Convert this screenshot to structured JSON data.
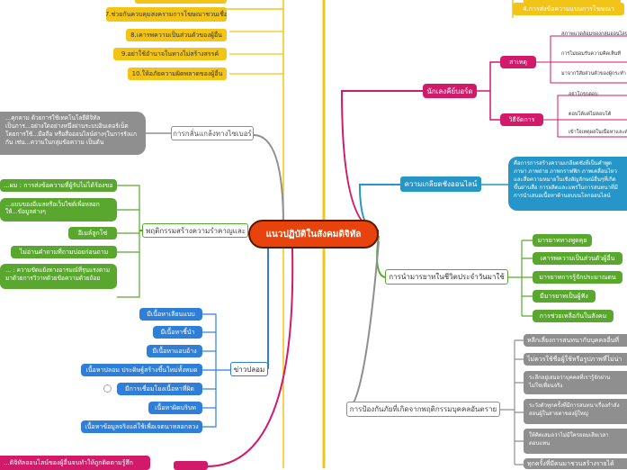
{
  "center": "แนวปฏิบัติในสังคมดิจิทัล",
  "colors": {
    "gold": "#f2c417",
    "gray": "#8f8f8f",
    "green": "#5aa72f",
    "blue": "#2f7ed8",
    "magenta": "#d11a6a",
    "teal": "#2596c7",
    "center": "#e8430c"
  },
  "top_left_gold": {
    "items": [
      "7.ช่วยกันควบคุมสงครามการโฆษณาชวนเชื่อ",
      "8.เคารพความเป็นส่วนตัวของผู้อื่น",
      "9.อย่าใช้อำนาจในทางไม่สร้างสรรค์",
      "10.ให้อภัยความผิดพลาดของผู้อื่น"
    ]
  },
  "top_right_gold": {
    "item": "4.การส่งข้อความแบบการโฆษณา"
  },
  "gray_left": {
    "label": "การกลั่นแกล้งทางไซเบอร์",
    "desc": "...คุกคาม ด้วยการใช้เทคโนโลยีดิจิทัล เป็นการ...อย่างใดอย่างหนึ่งผ่านระบบอินเตอร์เน็ต โดยการใช้...มือถือ หรือสื่อออนไลน์ต่างๆในการรังแกกัน เช่น...ความในกลุ่มข้อความ เป็นต้น"
  },
  "green_left": {
    "label": "พฤติกรรมสร้างความรำคาญและ",
    "items": [
      "...ผม : การส่งข้อความที่ผู้รับไม่ได้ร้องขอ",
      "...แบบของอีเมลหรือเว็บไซต์เพื่อหลอกให้...ข้อมูลต่างๆ",
      "อีเมล์ลูกโซ่",
      "ไม่อ่านคำถามที่ถามบ่อยก่อนถาม",
      "... : ความขัดแย้งทางอารมณ์ที่รุนแรงตามมาด้วยการวิวาทด้วยข้อความด้วยถ้อย"
    ]
  },
  "blue_left": {
    "label": "ข่าวปลอม",
    "items": [
      "มีเนื้อหาเลียนแบบ",
      "มีเนื้อหาชี้นำ",
      "มีเนื้อหาแอบอ้าง",
      "เนื้อหาปลอม ประดิษฐ์สร้างขึ้นใหม่ทั้งหมด",
      "มีการเชื่อมโยงเนื้อหาที่ผิด",
      "เนื้อหาผิดบริบท",
      "เนื้อหาข้อมูลจริงแต่ใช้เพื่อเจตนาหลอกลวง"
    ]
  },
  "magenta_bottom_left": {
    "text": "...ดิจิทัลออนไลน์ของผู้อื่นจนทำให้ถูกติดตามรู้สึก"
  },
  "magenta_right": {
    "label": "นักเลงคีย์บอร์ด",
    "cause_label": "สาเหตุ",
    "causes": [
      "สภาพแวดล้อมของกลุ่มออนไลน์",
      "การไม่ยอมรับความคิดเห็นที่",
      "มาจากวิสัยส่วนตัวของผู้กระทำ"
    ],
    "fix_label": "วิธีจัดการ",
    "fixes": [
      "อย่าโกรธตอบ",
      "ตอบโต้แต่ไม่ตอบโต้",
      "เข้าใจเหตุผลในเนื้อหาและคำ"
    ]
  },
  "teal_right": {
    "label": "ความเกลียดชังออนไลน์",
    "desc": "คือการการสร้างความเกลียดชังที่เป็นคำพูด ภาษา ภาพถ่าย ภาพกราฟฟิก ภาพเคลื่อนไหว และสื่อความหมายในเชิงสัญลักษณ์อื่นๆที่เกิดขึ้นผ่านสื่อ การผลิตและแพร่ในการสนทนาที่มีการนำเสนอเนื้อหาด้านลบบนโลกออนไลน์"
  },
  "green_right": {
    "label": "การนำมารยาทในชีวิตประจำวันมาใช้",
    "items": [
      "มารยาททางพูดคุย",
      "เคารพความเป็นส่วนตัวผู้อื่น",
      "มารยาทการรู้จักประมาณตน",
      "มีมารยาทเป็นผู้ฟัง",
      "การช่วยเหลือกันในสังคม"
    ]
  },
  "gray_right": {
    "label": "การป้องกันภัยที่เกิดจากพฤติกรรมบุคคลอันตราย",
    "items": [
      "หลีกเลี่ยงการสนทนากับบุคคลอื่นที่",
      "ไม่ควรใช้ชื่อผู้ใช้หรือรูปภาพที่ไม่น่า",
      "ระลึกอยู่เสมอว่าบุคคลที่เรารู้จักผ่านไม่ใช่เพื่อนจริง",
      "ระวังตัวทุกครั้งที่มีการสนทนาเรื่องกำลังสอนผู้ในสายตาของผู้ใหญ่",
      "ให้คิดเสมอว่าไม่มีใครยอมเสียเวลาตอบแทน",
      "ทุกครั้งที่มีคนมาชวนสร้างรายได้"
    ]
  }
}
